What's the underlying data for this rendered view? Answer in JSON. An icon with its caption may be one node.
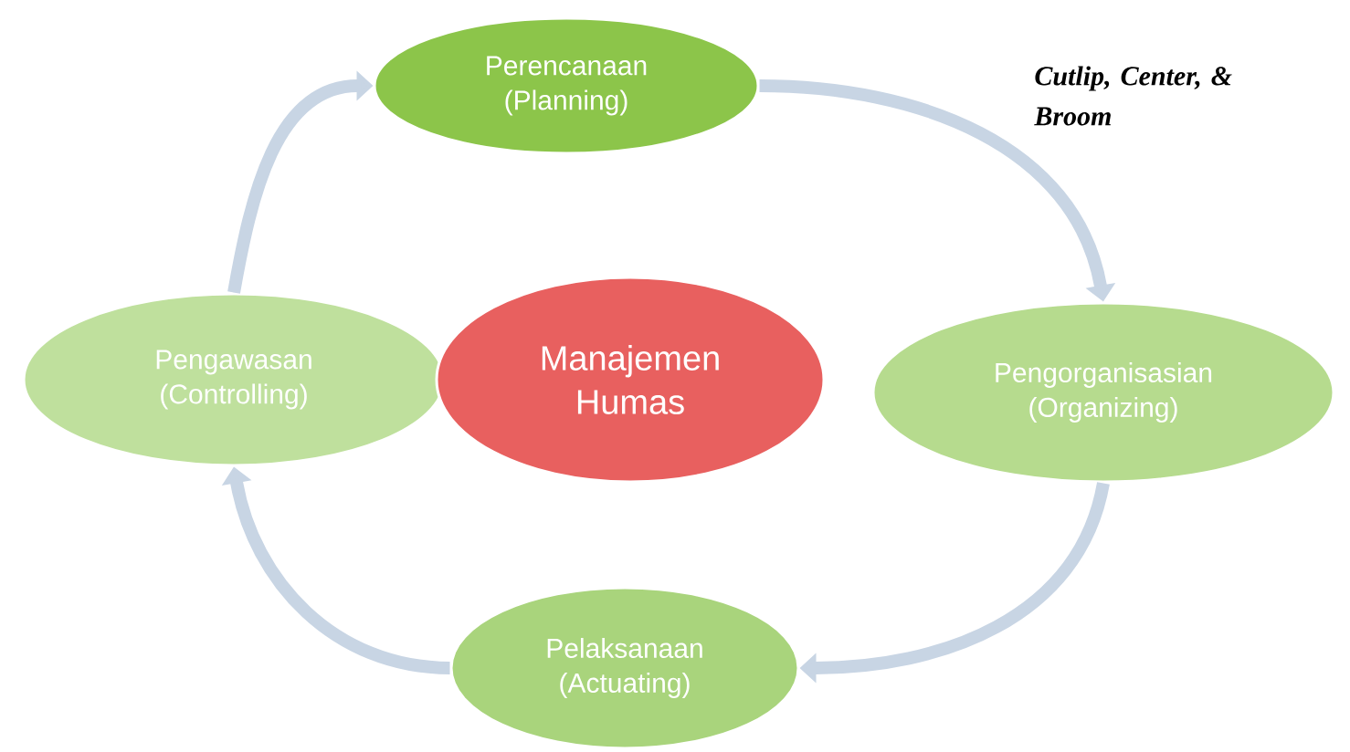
{
  "diagram": {
    "nodes": [
      {
        "text": [
          "Perencanaan (Planning)"
        ]
      },
      {
        "text": [
          "Pengorganisasian (Organizing)"
        ]
      },
      {
        "text": [
          "Pelaksanaan (Actuating)"
        ]
      },
      {
        "text": [
          "Pengawasan (Controlling)"
        ]
      },
      {
        "text": [
          "Manajemen Humas"
        ]
      }
    ],
    "edges": [
      {
        "from": 0,
        "to": 1,
        "arrow": "to"
      },
      {
        "from": 1,
        "to": 2,
        "arrow": "to"
      },
      {
        "from": 2,
        "to": 3,
        "arrow": "to"
      },
      {
        "from": 3,
        "to": 0,
        "arrow": "to"
      }
    ],
    "labels": [
      "Cutlip, Center, & Broom"
    ]
  }
}
